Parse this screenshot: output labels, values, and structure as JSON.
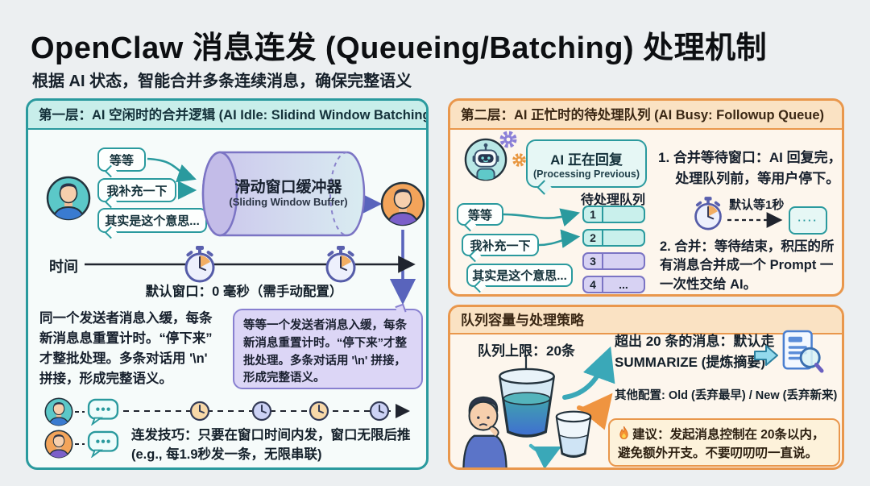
{
  "page": {
    "title": "OpenClaw 消息连发 (Queueing/Batching) 处理机制",
    "subtitle": "根据 AI 状态，智能合并多条连续消息，确保完整语义"
  },
  "colors": {
    "teal_border": "#2a9a9e",
    "teal_header_bg": "#c8eeea",
    "orange_border": "#e9974c",
    "orange_header_bg": "#fae2c3",
    "purple": "#7b74c4",
    "purple_arrow": "#5964bc",
    "page_bg": "#eceff1"
  },
  "panel_idle": {
    "header": "第一层：AI 空闲时的合并逻辑 (AI Idle: Slidind Window Batching)",
    "bubbles": [
      "等等",
      "我补充一下",
      "其实是这个意思..."
    ],
    "buffer_title": "滑动窗口缓冲器",
    "buffer_subtitle": "(Sliding Window Buffer)",
    "timeline_label": "时间",
    "window_note": "默认窗口：0 毫秒（需手动配置）",
    "description": "同一个发送者消息入缓，每条\n新消息息重置计时。“停下来”\n才整批处理。多条对话用 '\\n'\n拼接，形成完整语义。",
    "merged_bubble": "等等一个发送者消息入缓，每条\n新消息重置计时。“停下来”才整\n批处理。多条对话用 '\\n' 拼接，\n形成完整语义。",
    "tip": "连发技巧：只要在窗口时间内发，窗口无限后推\n(e.g., 每1.9秒发一条，无限串联)"
  },
  "panel_busy": {
    "header": "第二层：AI 正忙时的待处理队列 (AI Busy: Followup Queue)",
    "ai_status_title": "AI 正在回复",
    "ai_status_subtitle": "(Processing Previous)",
    "point1": "1. 合并等待窗口：AI 回复完，\n处理队列前，等用户停下。",
    "bubbles": [
      "等等",
      "我补充一下",
      "其实是这个意思..."
    ],
    "queue_title": "待处理队列",
    "queue_rows": [
      "1",
      "2",
      "3",
      "4"
    ],
    "queue_last_content": "...",
    "timer_note": "默认等1秒",
    "reply_placeholder": "····",
    "point2": "2. 合并：等待结束，积压的所\n有消息合并成一个 Prompt 一\n一次性交给 AI。"
  },
  "panel_capacity": {
    "header": "队列容量与处理策略",
    "bucket_label": "队列上限：20条",
    "overflow_rule": "超出 20 条的消息：默认走\nSUMMARIZE (提炼摘要)",
    "other_config": "其他配置: Old (丢弃最早) / New (丢弃新来)",
    "advice_icon": "fire-icon",
    "advice": "建议：发起消息控制在 20条以内，\n避免额外开支。不要叨叨叨一直说。"
  }
}
